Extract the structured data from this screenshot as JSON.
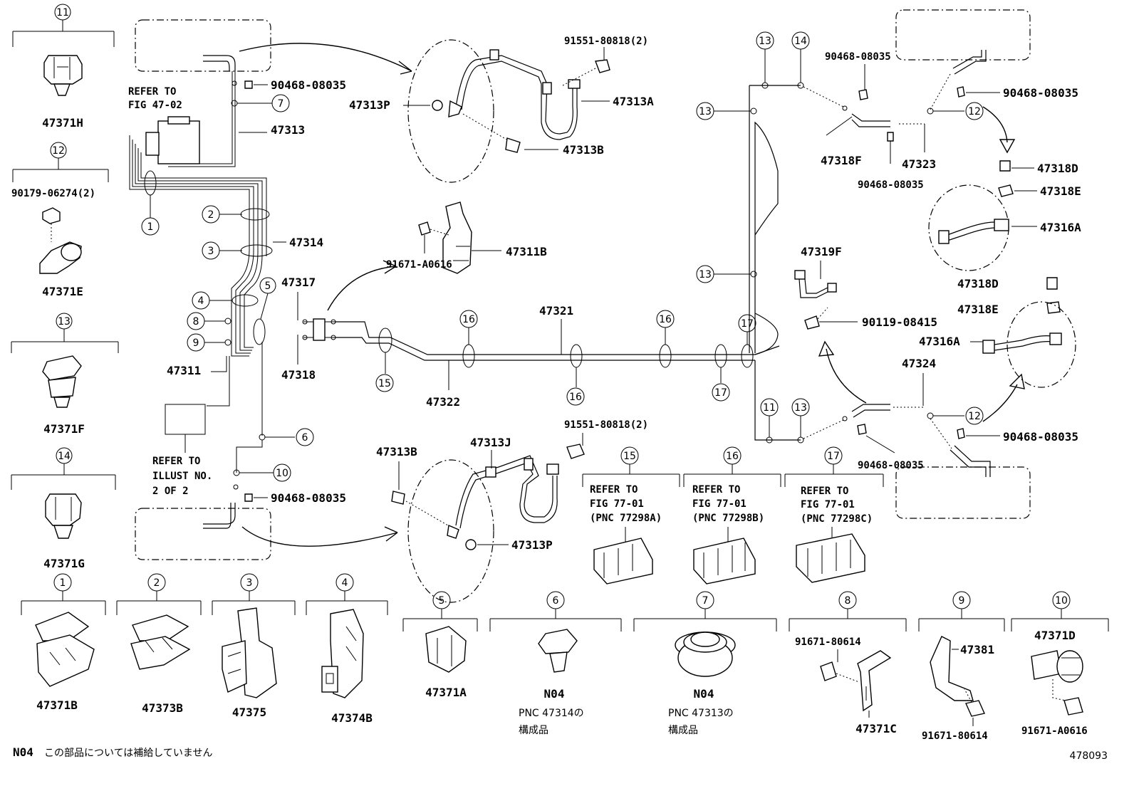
{
  "callouts": {
    "c11_top": "11",
    "c12_top": "12",
    "c13_left": "13",
    "c14_left": "14",
    "c1": "1",
    "c2": "2",
    "c3": "3",
    "c4": "4",
    "c5": "5",
    "c6": "6",
    "c7": "7",
    "c8": "8",
    "c9": "9",
    "c10": "10",
    "c1_b": "1",
    "c2_b": "2",
    "c3_b": "3",
    "c4_b": "4",
    "c5_b": "5",
    "c6_b": "6",
    "c7_b": "7",
    "c8_b": "8",
    "c9_b": "9",
    "c10_b": "10",
    "c15": "15",
    "c16a": "16",
    "c16b": "16",
    "c16c": "16",
    "c16_b": "16",
    "c17a": "17",
    "c17b": "17",
    "c17_b": "17",
    "c15_b": "15",
    "c13a": "13",
    "c13b": "13",
    "c13c": "13",
    "c13d": "13",
    "c14a": "14",
    "c12a": "12",
    "c12b": "12",
    "c11a": "11"
  },
  "parts": {
    "p47371H": "47371H",
    "p90179": "90179-06274(2)",
    "p47371E": "47371E",
    "p47371F": "47371F",
    "p47371G": "47371G",
    "p47371B": "47371B",
    "p47373B": "47373B",
    "p47375": "47375",
    "p47374B": "47374B",
    "p47371A": "47371A",
    "pN04a": "N04",
    "pN04b": "N04",
    "p91671_80614a": "91671-80614",
    "p47371C": "47371C",
    "p47381": "47381",
    "p91671_80614b": "91671-80614",
    "p47371D": "47371D",
    "p91671_A0616b": "91671-A0616",
    "p90468_a": "90468-08035",
    "p90468_b": "90468-08035",
    "p90468_c": "90468-08035",
    "p90468_d": "90468-08035",
    "p90468_e": "90468-08035",
    "p90468_f": "90468-08035",
    "p90468_g": "90468-08035",
    "p47313": "47313",
    "p47314": "47314",
    "p47317": "47317",
    "p47318": "47318",
    "p47311": "47311",
    "p47322": "47322",
    "p47321": "47321",
    "p91551_a": "91551-80818(2)",
    "p91551_b": "91551-80818(2)",
    "p47313P_a": "47313P",
    "p47313A": "47313A",
    "p47313B_a": "47313B",
    "p47311B": "47311B",
    "p91671_A0616a": "91671-A0616",
    "p47313B_b": "47313B",
    "p47313J": "47313J",
    "p47313P_b": "47313P",
    "p47318F": "47318F",
    "p47323": "47323",
    "p47318D_a": "47318D",
    "p47318E_a": "47318E",
    "p47316A_a": "47316A",
    "p47319F": "47319F",
    "p90119": "90119-08415",
    "p47318D_b": "47318D",
    "p47318E_b": "47318E",
    "p47316A_b": "47316A",
    "p47324": "47324"
  },
  "refs": {
    "fig4702_l1": "REFER TO",
    "fig4702_l2": "FIG 47-02",
    "illust_l1": "REFER TO",
    "illust_l2": "ILLUST NO.",
    "illust_l3": "2 OF 2",
    "r15_l1": "REFER TO",
    "r15_l2": "FIG 77-01",
    "r15_l3": "(PNC 77298A)",
    "r16_l1": "REFER TO",
    "r16_l2": "FIG 77-01",
    "r16_l3": "(PNC 77298B)",
    "r17_l1": "REFER TO",
    "r17_l2": "FIG 77-01",
    "r17_l3": "(PNC 77298C)"
  },
  "notes": {
    "n6_l1": "PNC 47314の",
    "n6_l2": "構成品",
    "n7_l1": "PNC 47313の",
    "n7_l2": "構成品",
    "footnote_code": "N04",
    "footnote_text": "この部品については補給していません",
    "figure_id": "478093"
  }
}
